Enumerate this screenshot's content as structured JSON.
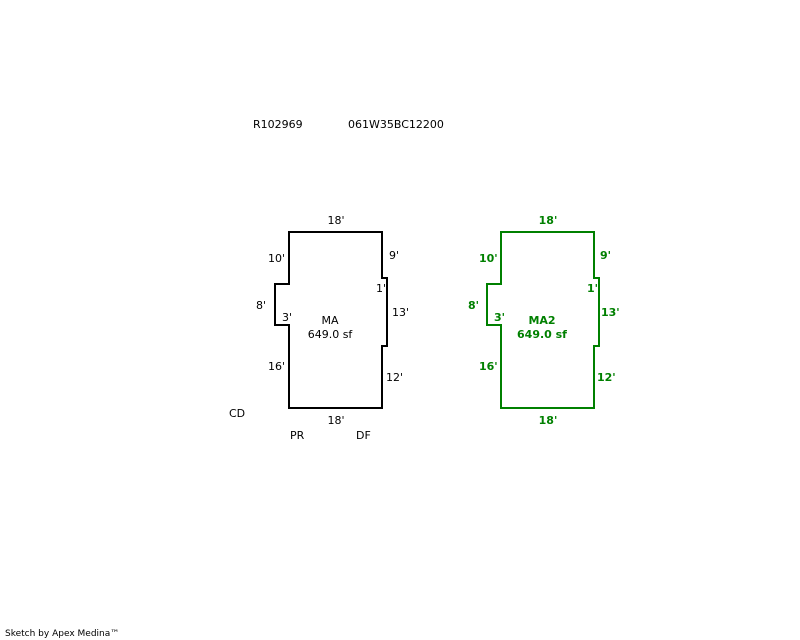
{
  "header": {
    "record_id": "R102969",
    "map_number": "061W35BC12200"
  },
  "sketches": [
    {
      "label": "MA",
      "area": "649.0 sf",
      "color": "#000000",
      "dims": {
        "top": "18'",
        "right_upper": "9'",
        "right_jog": "1'",
        "right_middle": "13'",
        "right_lower": "12'",
        "bottom": "18'",
        "left_upper": "10'",
        "left_jog": "3'",
        "left_middle": "8'",
        "left_lower": "16'"
      }
    },
    {
      "label": "MA2",
      "area": "649.0 sf",
      "color": "#008000",
      "dims": {
        "top": "18'",
        "right_upper": "9'",
        "right_jog": "1'",
        "right_middle": "13'",
        "right_lower": "12'",
        "bottom": "18'",
        "left_upper": "10'",
        "left_jog": "3'",
        "left_middle": "8'",
        "left_lower": "16'"
      }
    }
  ],
  "codes": {
    "cd": "CD",
    "pr": "PR",
    "df": "DF"
  },
  "footer": "Sketch by Apex Medina™"
}
